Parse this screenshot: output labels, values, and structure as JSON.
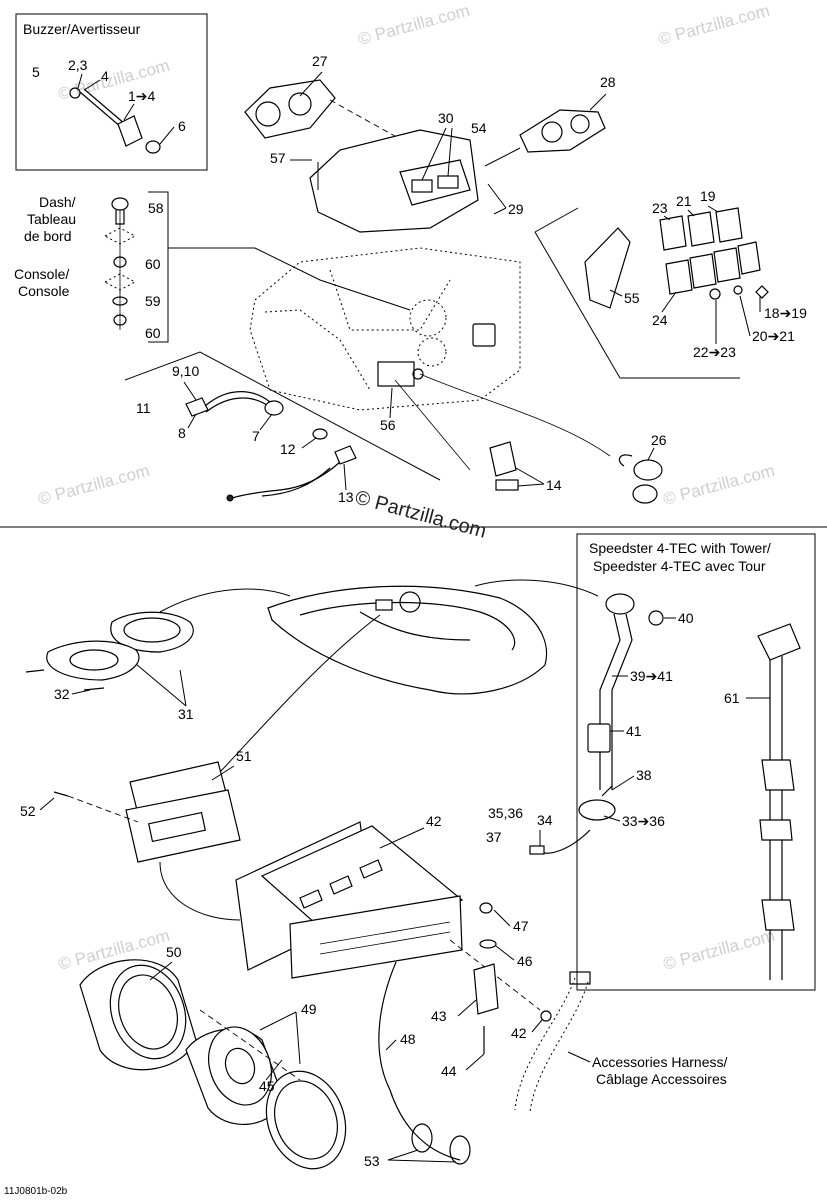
{
  "diagram": {
    "sections": {
      "buzzer_box": {
        "title": "Buzzer/Avertisseur"
      },
      "dash_legend": {
        "dash": "Dash/\nTableau\nde bord",
        "dash_lines": [
          "Dash/",
          "Tableau",
          "de bord"
        ],
        "console_lines": [
          "Console/",
          "Console"
        ]
      },
      "tower_box": {
        "line1": "Speedster 4-TEC with Tower/",
        "line2": "Speedster 4-TEC avec Tour"
      },
      "harness": {
        "line1": "Accessories Harness/",
        "line2": "Câblage Accessoires"
      }
    },
    "callouts": [
      {
        "id": "c1",
        "text": "5"
      },
      {
        "id": "c2",
        "text": "2,3"
      },
      {
        "id": "c3",
        "text": "4"
      },
      {
        "id": "c4",
        "text": "1➔4"
      },
      {
        "id": "c5",
        "text": "6"
      },
      {
        "id": "c6",
        "text": "27"
      },
      {
        "id": "c7",
        "text": "28"
      },
      {
        "id": "c8",
        "text": "30"
      },
      {
        "id": "c9",
        "text": "54"
      },
      {
        "id": "c10",
        "text": "57"
      },
      {
        "id": "c11",
        "text": "29"
      },
      {
        "id": "c12",
        "text": "58"
      },
      {
        "id": "c13",
        "text": "60"
      },
      {
        "id": "c14",
        "text": "59"
      },
      {
        "id": "c15",
        "text": "60"
      },
      {
        "id": "c16",
        "text": "23"
      },
      {
        "id": "c17",
        "text": "21"
      },
      {
        "id": "c18",
        "text": "19"
      },
      {
        "id": "c19",
        "text": "55"
      },
      {
        "id": "c20",
        "text": "24"
      },
      {
        "id": "c21",
        "text": "18➔19"
      },
      {
        "id": "c22",
        "text": "20➔21"
      },
      {
        "id": "c23",
        "text": "22➔23"
      },
      {
        "id": "c24",
        "text": "9,10"
      },
      {
        "id": "c25",
        "text": "11"
      },
      {
        "id": "c26",
        "text": "8"
      },
      {
        "id": "c27",
        "text": "7"
      },
      {
        "id": "c28",
        "text": "12"
      },
      {
        "id": "c29",
        "text": "13"
      },
      {
        "id": "c30",
        "text": "56"
      },
      {
        "id": "c31",
        "text": "26"
      },
      {
        "id": "c32",
        "text": "14"
      },
      {
        "id": "c33",
        "text": "40"
      },
      {
        "id": "c34",
        "text": "39➔41"
      },
      {
        "id": "c35",
        "text": "41"
      },
      {
        "id": "c36",
        "text": "38"
      },
      {
        "id": "c37",
        "text": "35,36"
      },
      {
        "id": "c38",
        "text": "34"
      },
      {
        "id": "c39",
        "text": "37"
      },
      {
        "id": "c40",
        "text": "33➔36"
      },
      {
        "id": "c41",
        "text": "61"
      },
      {
        "id": "c42",
        "text": "32"
      },
      {
        "id": "c43",
        "text": "31"
      },
      {
        "id": "c44",
        "text": "51"
      },
      {
        "id": "c45",
        "text": "52"
      },
      {
        "id": "c46",
        "text": "42"
      },
      {
        "id": "c47",
        "text": "47"
      },
      {
        "id": "c48",
        "text": "46"
      },
      {
        "id": "c49",
        "text": "43"
      },
      {
        "id": "c50",
        "text": "42"
      },
      {
        "id": "c51",
        "text": "44"
      },
      {
        "id": "c52",
        "text": "48"
      },
      {
        "id": "c53",
        "text": "50"
      },
      {
        "id": "c54",
        "text": "49"
      },
      {
        "id": "c55",
        "text": "45"
      },
      {
        "id": "c56",
        "text": "53"
      }
    ],
    "watermark": "© Partzilla.com",
    "watermark_center": "© Partzilla.com",
    "reference_code": "11J0801b-02b"
  }
}
